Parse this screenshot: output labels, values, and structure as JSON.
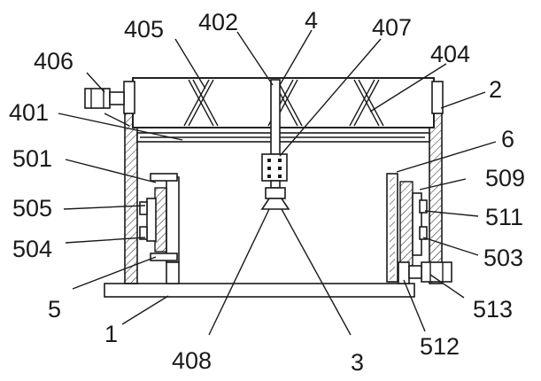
{
  "labels": {
    "l1": "1",
    "l2": "2",
    "l3": "3",
    "l4": "4",
    "l5": "5",
    "l6": "6",
    "l401": "401",
    "l402": "402",
    "l404": "404",
    "l405": "405",
    "l406": "406",
    "l407": "407",
    "l408": "408",
    "l501": "501",
    "l503": "503",
    "l504": "504",
    "l505": "505",
    "l509": "509",
    "l511": "511",
    "l512": "512",
    "l513": "513"
  }
}
